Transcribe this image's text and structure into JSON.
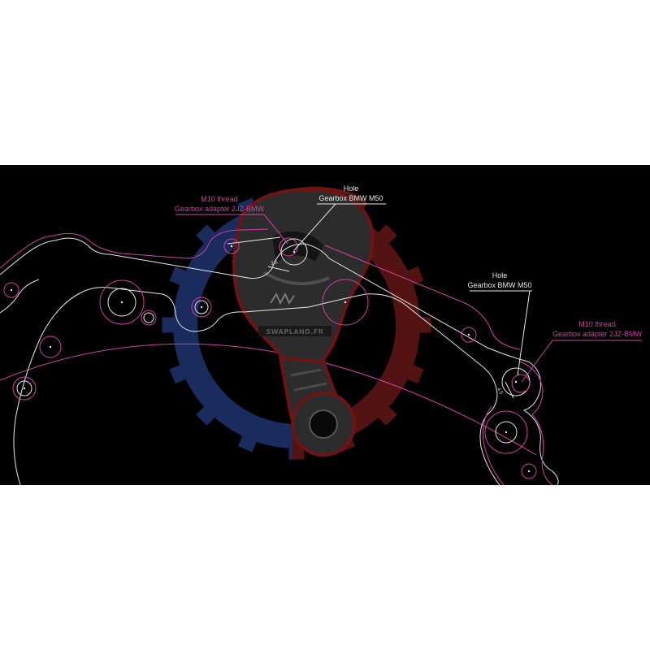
{
  "colors": {
    "background": "#000000",
    "page": "#ffffff",
    "magenta": "#d23fa8",
    "line": "#e8e8e8",
    "gear_blue": "#1d3068",
    "gear_red": "#5e1616",
    "helmet": "#2c2c2c",
    "helmet_outline": "#6e1414"
  },
  "annotations": {
    "thread_left": {
      "line1": "M10 thread",
      "line2": "Gearbox adapter 2JZ-BMW"
    },
    "hole_left": {
      "line1": "Hole",
      "line2": "Gearbox BMW M50"
    },
    "hole_right": {
      "line1": "Hole",
      "line2": "Gearbox BMW M50"
    },
    "thread_right": {
      "line1": "M10 thread",
      "line2": "Gearbox adapter 2JZ-BMW"
    }
  },
  "dimensions": {
    "left": "2.5",
    "right": "4.5"
  },
  "logo": {
    "text": "SWAPLAND.FR"
  }
}
